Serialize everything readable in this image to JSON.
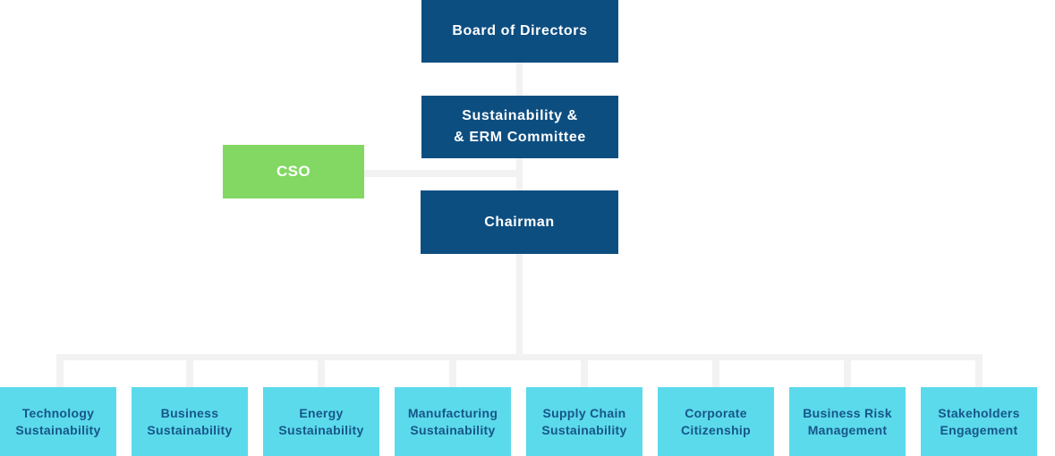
{
  "colors": {
    "navy_box": "#0d4e81",
    "green_box": "#82d862",
    "cyan_box": "#5bdaeb",
    "dept_text": "#175689",
    "connector": "#f2f2f2",
    "box_text": "#ffffff"
  },
  "org_chart": {
    "board": {
      "label": "Board of Directors"
    },
    "committee": {
      "line1": "Sustainability &",
      "line2": "& ERM Committee"
    },
    "cso": {
      "label": "CSO"
    },
    "chairman": {
      "label": "Chairman"
    },
    "departments": [
      {
        "line1": "Technology",
        "line2": "Sustainability"
      },
      {
        "line1": "Business",
        "line2": "Sustainability"
      },
      {
        "line1": "Energy",
        "line2": "Sustainability"
      },
      {
        "line1": "Manufacturing",
        "line2": "Sustainability"
      },
      {
        "line1": "Supply Chain",
        "line2": "Sustainability"
      },
      {
        "line1": "Corporate",
        "line2": "Citizenship"
      },
      {
        "line1": "Business Risk",
        "line2": "Management"
      },
      {
        "line1": "Stakeholders",
        "line2": "Engagement"
      }
    ]
  }
}
